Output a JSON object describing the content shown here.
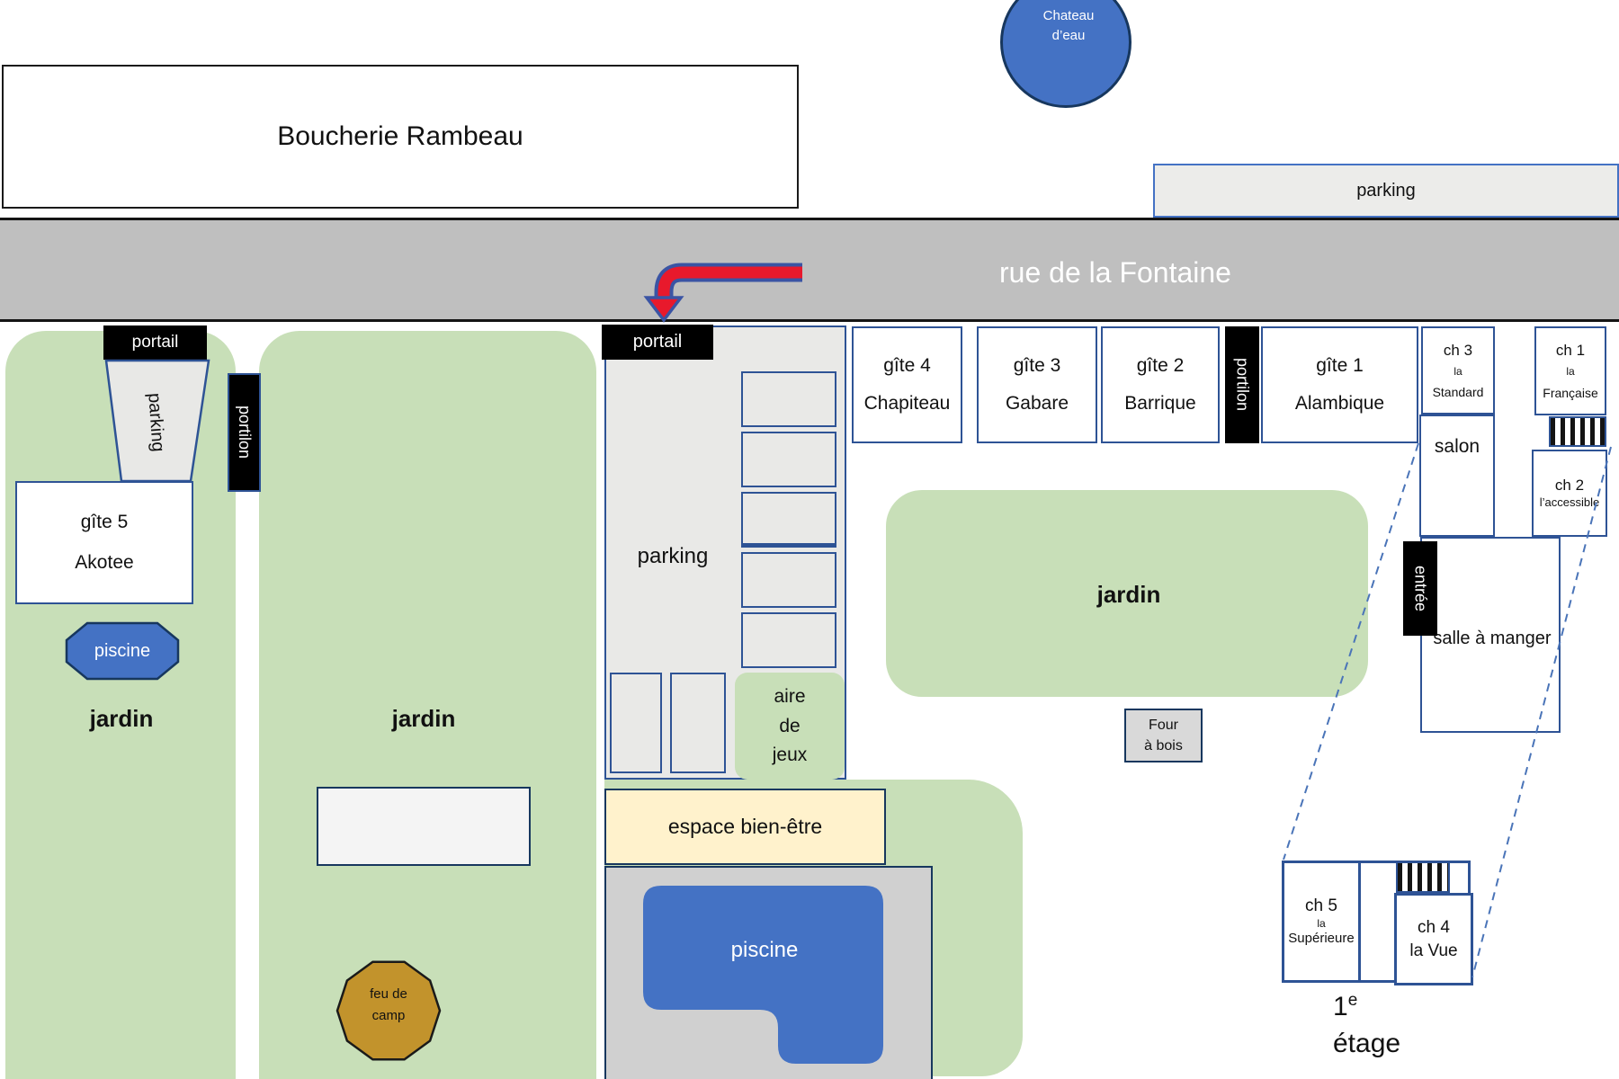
{
  "title": "plan du site - gîtes rue de la Fontaine",
  "colors": {
    "garden_green": "#c8dfb8",
    "road_gray": "#bfbfbf",
    "lot_gray": "#e9e9e7",
    "pool_area_gray": "#d0d0d0",
    "four_gray": "#d9d9d9",
    "shape_blue": "#4472c4",
    "border_blue": "#2e5395",
    "border_navy": "#17375e",
    "cream": "#fff2cc",
    "campfire_gold": "#c2932c",
    "label_black": "#000000",
    "dash_blue": "#4a74b8",
    "arrow_red": "#e8192c",
    "text_white": "#ffffff"
  },
  "labels": {
    "boucherie": "Boucherie Rambeau",
    "chateau_l1": "Chateau",
    "chateau_l2": "d’eau",
    "road": "rue de la Fontaine",
    "parking_top": "parking",
    "portail_left": "portail",
    "portail_mid": "portail",
    "parking_left": "parking",
    "parking_mid": "parking",
    "portilon_left": "portilon",
    "portilon_right": "portilon",
    "gite5_l1": "gîte 5",
    "gite5_l2": "Akotee",
    "piscine_small": "piscine",
    "jardin_left": "jardin",
    "jardin_mid": "jardin",
    "jardin_right": "jardin",
    "aire_l1": "aire",
    "aire_l2": "de",
    "aire_l3": "jeux",
    "gite4_l1": "gîte 4",
    "gite4_l2": "Chapiteau",
    "gite3_l1": "gîte 3",
    "gite3_l2": "Gabare",
    "gite2_l1": "gîte 2",
    "gite2_l2": "Barrique",
    "gite1_l1": "gîte 1",
    "gite1_l2": "Alambique",
    "ch3_l1": "ch 3",
    "ch3_l2": "la",
    "ch3_l3": "Standard",
    "ch1_l1": "ch 1",
    "ch1_l2": "la",
    "ch1_l3": "Française",
    "salon": "salon",
    "ch2_l1": "ch 2",
    "ch2_l2": "l’accessible",
    "entree": "entrée",
    "salle": "salle à manger",
    "four_l1": "Four",
    "four_l2": "à bois",
    "espace": "espace bien-être",
    "piscine_main": "piscine",
    "feu_l1": "feu de",
    "feu_l2": "camp",
    "ch5_l1": "ch 5",
    "ch5_l2": "la",
    "ch5_l3": "Supérieure",
    "ch4_l1": "ch 4",
    "ch4_l2": "la Vue",
    "etage_num": "1",
    "etage_sup": "e",
    "etage_word": "étage"
  }
}
